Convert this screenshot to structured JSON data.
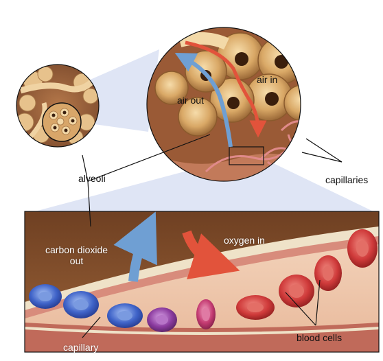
{
  "labels": {
    "alveoli": "alveoli",
    "air_in": "air in",
    "air_out": "air out",
    "capillaries": "capillaries",
    "carbon_dioxide_line1": "carbon dioxide",
    "carbon_dioxide_line2": "out",
    "oxygen_in": "oxygen in",
    "blood_cells": "blood cells",
    "capillary": "capillary"
  },
  "colors": {
    "tissue_tan": "#d9b27a",
    "tissue_dark": "#7a4a2a",
    "air_space_brown": "#8a5a35",
    "membrane_cream": "#efe2c8",
    "oxygen_arrow": "#e2533b",
    "co2_arrow": "#6f9fd3",
    "red_cell": "#cf3a3a",
    "blue_cell": "#3f63c8",
    "purple_cell": "#8a3a9e",
    "wall_pink": "#d88c7c"
  }
}
